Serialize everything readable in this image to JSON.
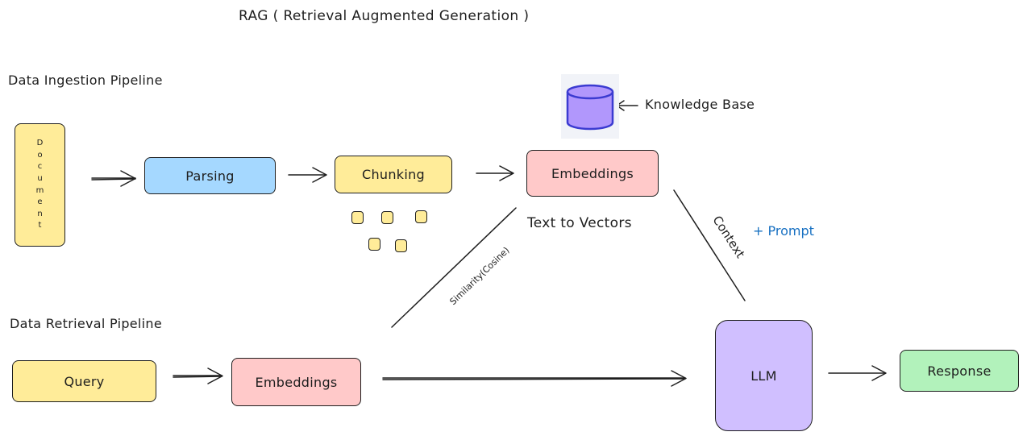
{
  "title": "RAG ( Retrieval Augmented Generation )",
  "ingestion": {
    "section_label": "Data Ingestion Pipeline",
    "document_label": "Document",
    "document_letters": [
      "D",
      "o",
      "c",
      "u",
      "m",
      "e",
      "n",
      "t"
    ],
    "parsing_label": "Parsing",
    "chunking_label": "Chunking",
    "embeddings_label": "Embeddings",
    "text_to_vectors_label": "Text to Vectors",
    "knowledge_base_label": "Knowledge Base"
  },
  "retrieval": {
    "section_label": "Data Retrieval Pipeline",
    "query_label": "Query",
    "embeddings_label": "Embeddings",
    "similarity_label": "Similarity(Cosine)",
    "context_label": "Context",
    "prompt_label": "+ Prompt",
    "llm_label": "LLM",
    "response_label": "Response"
  },
  "colors": {
    "yellow": "#ffec99",
    "blue": "#a5d8ff",
    "pink": "#ffc9c9",
    "purple": "#d0bfff",
    "green": "#b2f2bb",
    "prompt_blue": "#1971c2",
    "database_fill": "#b197fc",
    "database_stroke": "#3b3bd1"
  },
  "icons": [
    "database-icon",
    "arrow-right-icon",
    "arrow-left-icon"
  ]
}
